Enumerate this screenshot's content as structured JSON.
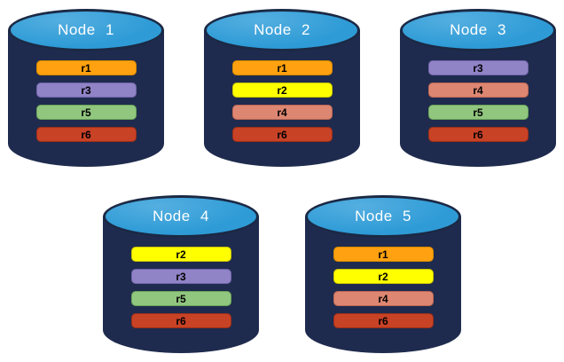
{
  "background": "#FFFFFF",
  "colors": {
    "node_body": "#1F2B4E",
    "node_top_fill": "#2E9BD6",
    "node_top_highlight": "#55AFE0",
    "node_top_border": "#1B2945",
    "node_title_text": "#FFFFFF",
    "replica_label_text": "#000000",
    "replicas": {
      "r1": {
        "bg": "#FFA110",
        "border": "#D88A00"
      },
      "r2": {
        "bg": "#FFFF00",
        "border": "#C8C400"
      },
      "r3": {
        "bg": "#9083C6",
        "border": "#7265AB"
      },
      "r4": {
        "bg": "#DD8672",
        "border": "#C06853"
      },
      "r5": {
        "bg": "#91C67F",
        "border": "#6BA55A"
      },
      "r6": {
        "bg": "#C84226",
        "border": "#9C2F17"
      }
    }
  },
  "nodes": [
    {
      "title": "Node 1",
      "replicas": [
        "r1",
        "r3",
        "r5",
        "r6"
      ]
    },
    {
      "title": "Node 2",
      "replicas": [
        "r1",
        "r2",
        "r4",
        "r6"
      ]
    },
    {
      "title": "Node 3",
      "replicas": [
        "r3",
        "r4",
        "r5",
        "r6"
      ]
    },
    {
      "title": "Node 4",
      "replicas": [
        "r2",
        "r3",
        "r5",
        "r6"
      ]
    },
    {
      "title": "Node 5",
      "replicas": [
        "r1",
        "r2",
        "r4",
        "r6"
      ]
    }
  ],
  "layout": {
    "rows": [
      [
        0,
        1,
        2
      ],
      [
        3,
        4
      ]
    ]
  }
}
